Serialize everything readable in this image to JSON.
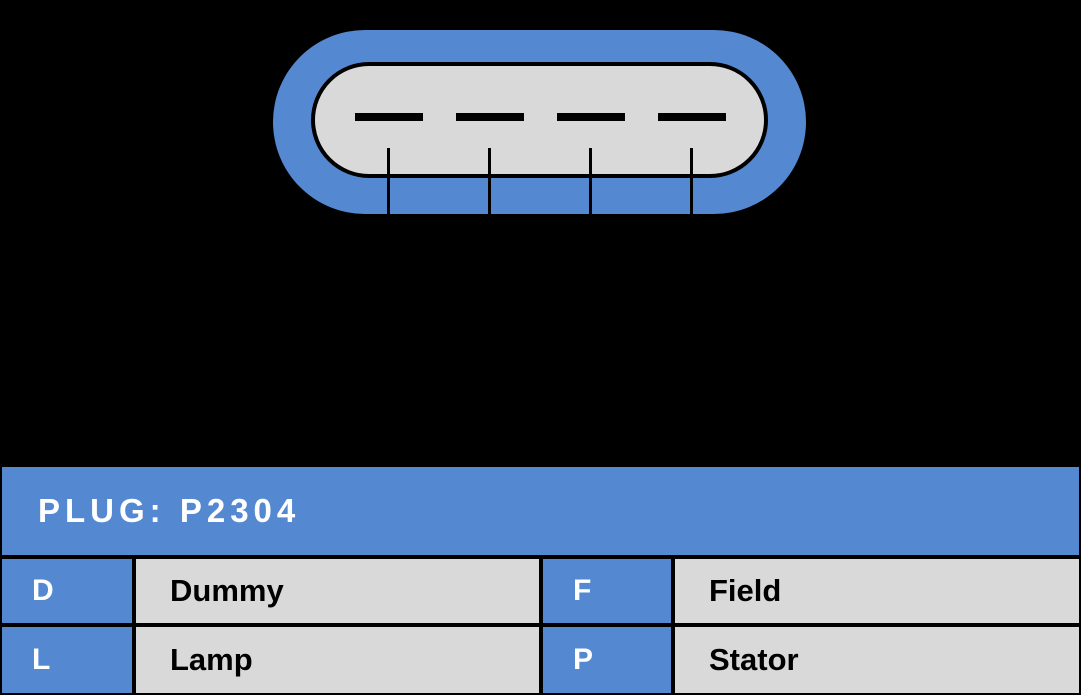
{
  "diagram": {
    "connector": {
      "slot_count": 4
    }
  },
  "table": {
    "header": "PLUG: P2304",
    "pins": [
      {
        "code": "D",
        "label": "Dummy"
      },
      {
        "code": "F",
        "label": "Field"
      },
      {
        "code": "L",
        "label": "Lamp"
      },
      {
        "code": "P",
        "label": "Stator"
      }
    ]
  },
  "colors": {
    "accent_blue": "#5489D2",
    "panel_gray": "#D9D9D9",
    "background_black": "#000000",
    "text_white": "#FFFFFF",
    "text_black": "#000000"
  }
}
